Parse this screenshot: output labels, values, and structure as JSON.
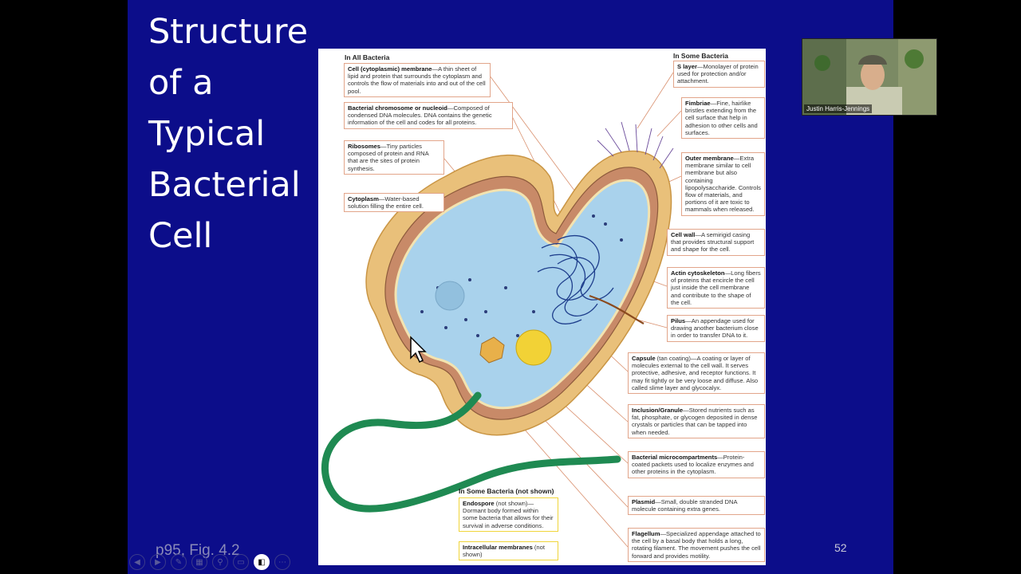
{
  "slide": {
    "title_lines": [
      "Structure of a",
      "Typical",
      "Bacterial",
      "Cell"
    ],
    "figure_reference": "p95, Fig. 4.2",
    "page_number": "52",
    "background_color": "#0c0d8a"
  },
  "figure": {
    "section_all": "In All Bacteria",
    "section_some": "In Some Bacteria",
    "section_not_shown": "In Some Bacteria (not shown)",
    "labels_all": [
      {
        "term": "Cell (cytoplasmic) membrane",
        "desc": "—A thin sheet of lipid and protein that surrounds the cytoplasm and controls the flow of materials into and out of the cell pool."
      },
      {
        "term": "Bacterial chromosome or nucleoid",
        "desc": "—Composed of condensed DNA molecules. DNA contains the genetic information of the cell and codes for all proteins."
      },
      {
        "term": "Ribosomes",
        "desc": "—Tiny particles composed of protein and RNA that are the sites of protein synthesis."
      },
      {
        "term": "Cytoplasm",
        "desc": "—Water-based solution filling the entire cell."
      }
    ],
    "labels_some": [
      {
        "term": "S layer",
        "desc": "—Monolayer of protein used for protection and/or attachment."
      },
      {
        "term": "Fimbriae",
        "desc": "—Fine, hairlike bristles extending from the cell surface that help in adhesion to other cells and surfaces."
      },
      {
        "term": "Outer membrane",
        "desc": "—Extra membrane similar to cell membrane but also containing lipopolysaccharide. Controls flow of materials, and portions of it are toxic to mammals when released."
      },
      {
        "term": "Cell wall",
        "desc": "—A semirigid casing that provides structural support and shape for the cell."
      },
      {
        "term": "Actin cytoskeleton",
        "desc": "—Long fibers of proteins that encircle the cell just inside the cell membrane and contribute to the shape of the cell."
      },
      {
        "term": "Pilus",
        "desc": "—An appendage used for drawing another bacterium close in order to transfer DNA to it."
      },
      {
        "term": "Capsule",
        "desc": " (tan coating)—A coating or layer of molecules external to the cell wall. It serves protective, adhesive, and receptor functions. It may fit tightly or be very loose and diffuse. Also called slime layer and glycocalyx."
      },
      {
        "term": "Inclusion/Granule",
        "desc": "—Stored nutrients such as fat, phosphate, or glycogen deposited in dense crystals or particles that can be tapped into when needed."
      },
      {
        "term": "Bacterial microcompartments",
        "desc": "—Protein-coated packets used to localize enzymes and other proteins in the cytoplasm."
      },
      {
        "term": "Plasmid",
        "desc": "—Small, double stranded DNA molecule containing extra genes."
      },
      {
        "term": "Flagellum",
        "desc": "—Specialized appendage attached to the cell by a basal body that holds a long, rotating filament. The movement pushes the cell forward and provides motility."
      }
    ],
    "labels_not_shown": [
      {
        "term": "Endospore",
        "desc": " (not shown)—Dormant body formed within some bacteria that allows for their survival in adverse conditions."
      },
      {
        "term": "Intracellular membranes",
        "desc": " (not shown)"
      }
    ]
  },
  "webcam": {
    "participant_name": "Justin Harris-Jennings"
  },
  "toolbar": {
    "buttons": [
      {
        "icon": "previous-arrow-icon",
        "glyph": "◀"
      },
      {
        "icon": "next-arrow-icon",
        "glyph": "▶"
      },
      {
        "icon": "pen-icon",
        "glyph": "✎"
      },
      {
        "icon": "slides-grid-icon",
        "glyph": "▦"
      },
      {
        "icon": "zoom-icon",
        "glyph": "⚲"
      },
      {
        "icon": "subtitles-icon",
        "glyph": "▭"
      },
      {
        "icon": "camera-icon",
        "glyph": "◧"
      },
      {
        "icon": "more-options-icon",
        "glyph": "⋯"
      }
    ]
  }
}
